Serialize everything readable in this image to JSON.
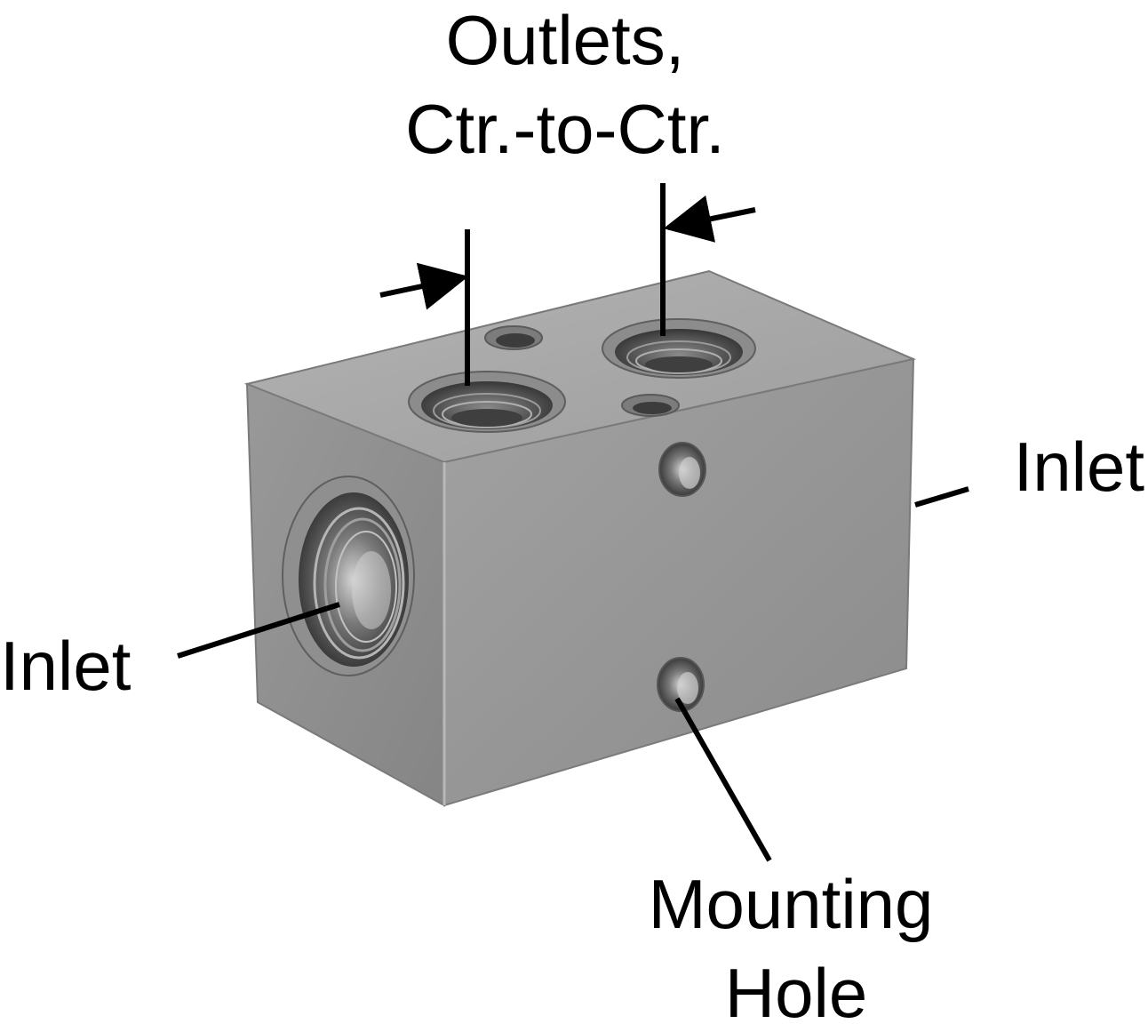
{
  "labels": {
    "outlets_line1": "Outlets,",
    "outlets_line2": "Ctr.-to-Ctr.",
    "inlet_right": "Inlet",
    "inlet_left": "Inlet",
    "mounting_line1": "Mounting",
    "mounting_line2": "Hole"
  },
  "colors": {
    "top_face": "#a9a9a9",
    "front_face": "#959595",
    "side_face": "#8a8a8a",
    "edge": "#6f6f6f",
    "hole_dark": "#3a3a3a",
    "leader": "#000000"
  }
}
